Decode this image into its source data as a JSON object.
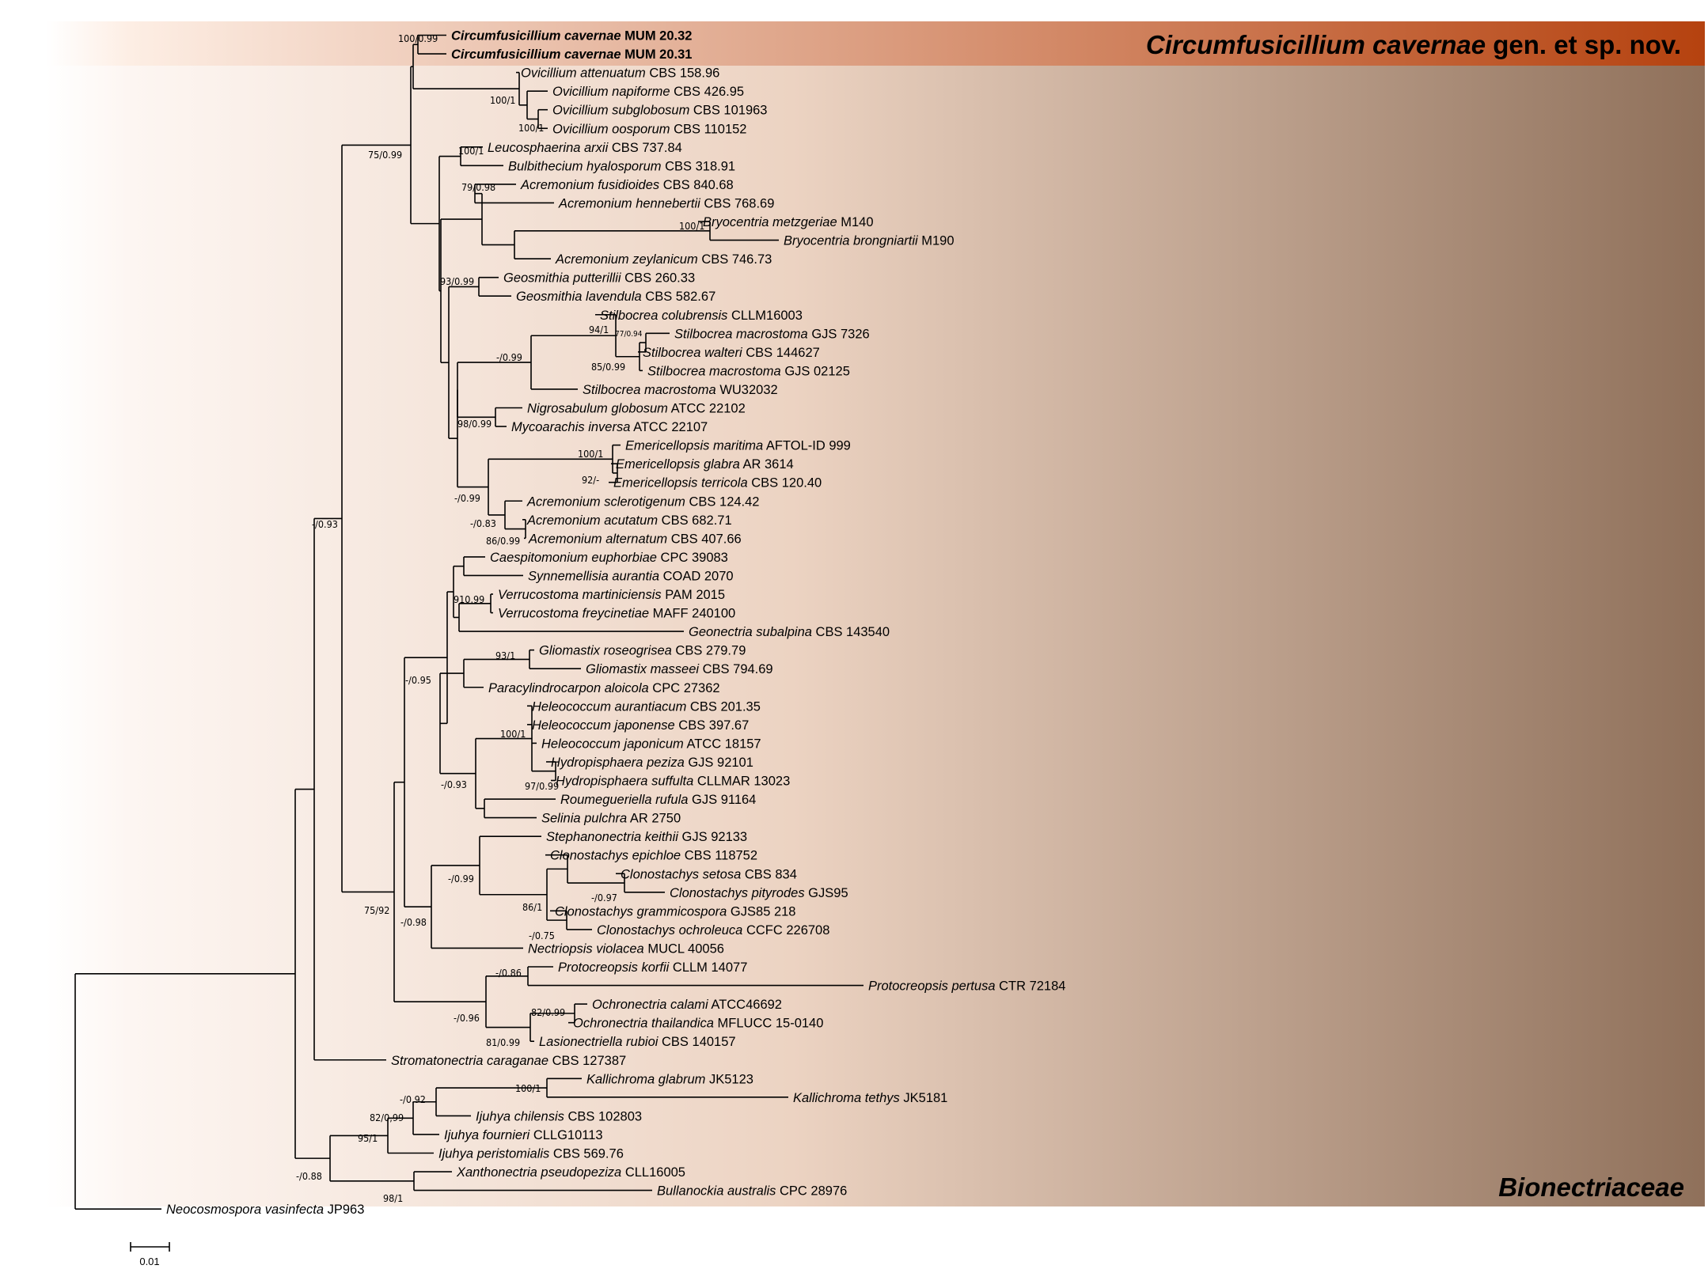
{
  "clades": {
    "top_genus": "Circumfusicillium cavernae",
    "top_suffix": " gen. et sp. nov.",
    "bottom": "Bionectriaceae"
  },
  "colors": {
    "top_band_left": "#fdeee4",
    "top_band_right": "#b5420f",
    "bottom_band_left": "#fdf6f2",
    "bottom_band_right": "#8f705a"
  },
  "scale_bar": {
    "label": "0.01"
  },
  "tips": [
    {
      "id": "t0",
      "genus": "Circumfusicillium cavernae",
      "code": "MUM 20.32",
      "bold": true
    },
    {
      "id": "t1",
      "genus": "Circumfusicillium cavernae",
      "code": "MUM 20.31",
      "bold": true
    },
    {
      "id": "t2",
      "genus": "Ovicillium attenuatum",
      "code": "CBS 158.96"
    },
    {
      "id": "t3",
      "genus": "Ovicillium napiforme",
      "code": "CBS 426.95"
    },
    {
      "id": "t4",
      "genus": "Ovicillium subglobosum",
      "code": "CBS 101963"
    },
    {
      "id": "t5",
      "genus": "Ovicillium oosporum",
      "code": "CBS 110152"
    },
    {
      "id": "t6",
      "genus": "Leucosphaerina arxii",
      "code": "CBS 737.84"
    },
    {
      "id": "t7",
      "genus": "Bulbithecium hyalosporum",
      "code": "CBS 318.91"
    },
    {
      "id": "t8",
      "genus": "Acremonium fusidioides",
      "code": "CBS 840.68"
    },
    {
      "id": "t9",
      "genus": "Acremonium hennebertii",
      "code": "CBS 768.69"
    },
    {
      "id": "t10",
      "genus": "Bryocentria metzgeriae",
      "code": "M140"
    },
    {
      "id": "t11",
      "genus": "Bryocentria brongniartii",
      "code": "M190"
    },
    {
      "id": "t12",
      "genus": "Acremonium zeylanicum",
      "code": "CBS 746.73"
    },
    {
      "id": "t13",
      "genus": "Geosmithia putterillii",
      "code": "CBS 260.33"
    },
    {
      "id": "t14",
      "genus": "Geosmithia lavendula",
      "code": "CBS 582.67"
    },
    {
      "id": "t15",
      "genus": "Stilbocrea colubrensis",
      "code": "CLLM16003"
    },
    {
      "id": "t16",
      "genus": "Stilbocrea macrostoma",
      "code": "GJS 7326"
    },
    {
      "id": "t17",
      "genus": "Stilbocrea walteri",
      "code": "CBS 144627"
    },
    {
      "id": "t18",
      "genus": "Stilbocrea macrostoma",
      "code": "GJS 02125"
    },
    {
      "id": "t19",
      "genus": "Stilbocrea macrostoma",
      "code": "WU32032"
    },
    {
      "id": "t20",
      "genus": "Nigrosabulum globosum",
      "code": "ATCC 22102"
    },
    {
      "id": "t21",
      "genus": "Mycoarachis inversa",
      "code": "ATCC 22107"
    },
    {
      "id": "t22",
      "genus": "Emericellopsis maritima",
      "code": "AFTOL-ID 999"
    },
    {
      "id": "t23",
      "genus": "Emericellopsis glabra",
      "code": "AR 3614"
    },
    {
      "id": "t24",
      "genus": "Emericellopsis terricola",
      "code": "CBS 120.40"
    },
    {
      "id": "t25",
      "genus": "Acremonium sclerotigenum",
      "code": "CBS 124.42"
    },
    {
      "id": "t26",
      "genus": "Acremonium acutatum",
      "code": "CBS 682.71"
    },
    {
      "id": "t27",
      "genus": "Acremonium alternatum",
      "code": "CBS 407.66"
    },
    {
      "id": "t28",
      "genus": "Caespitomonium euphorbiae",
      "code": "CPC 39083"
    },
    {
      "id": "t29",
      "genus": "Synnemellisia aurantia",
      "code": "COAD 2070"
    },
    {
      "id": "t30",
      "genus": "Verrucostoma martiniciensis",
      "code": "PAM 2015"
    },
    {
      "id": "t31",
      "genus": "Verrucostoma freycinetiae",
      "code": "MAFF 240100"
    },
    {
      "id": "t32",
      "genus": "Geonectria subalpina",
      "code": "CBS 143540"
    },
    {
      "id": "t33",
      "genus": "Gliomastix roseogrisea",
      "code": "CBS 279.79"
    },
    {
      "id": "t34",
      "genus": "Gliomastix masseei",
      "code": "CBS 794.69"
    },
    {
      "id": "t35",
      "genus": "Paracylindrocarpon aloicola",
      "code": "CPC 27362"
    },
    {
      "id": "t36",
      "genus": "Heleococcum aurantiacum",
      "code": "CBS 201.35"
    },
    {
      "id": "t37",
      "genus": "Heleococcum japonense",
      "code": "CBS 397.67"
    },
    {
      "id": "t38",
      "genus": "Heleococcum japonicum",
      "code": "ATCC 18157"
    },
    {
      "id": "t39",
      "genus": "Hydropisphaera peziza",
      "code": "GJS 92101"
    },
    {
      "id": "t40",
      "genus": "Hydropisphaera suffulta",
      "code": "CLLMAR 13023"
    },
    {
      "id": "t41",
      "genus": "Roumegueriella rufula",
      "code": "GJS 91164"
    },
    {
      "id": "t42",
      "genus": "Selinia pulchra",
      "code": "AR 2750"
    },
    {
      "id": "t43",
      "genus": "Stephanonectria keithii",
      "code": "GJS 92133"
    },
    {
      "id": "t44",
      "genus": "Clonostachys epichloe",
      "code": "CBS 118752"
    },
    {
      "id": "t45",
      "genus": "Clonostachys setosa",
      "code": "CBS 834"
    },
    {
      "id": "t46",
      "genus": "Clonostachys pityrodes",
      "code": "GJS95"
    },
    {
      "id": "t47",
      "genus": "Clonostachys grammicospora",
      "code": "GJS85 218"
    },
    {
      "id": "t48",
      "genus": "Clonostachys ochroleuca",
      "code": "CCFC 226708"
    },
    {
      "id": "t49",
      "genus": "Nectriopsis violacea",
      "code": "MUCL 40056"
    },
    {
      "id": "t50",
      "genus": "Protocreopsis korfii",
      "code": "CLLM 14077"
    },
    {
      "id": "t51",
      "genus": "Protocreopsis pertusa",
      "code": "CTR 72184"
    },
    {
      "id": "t52",
      "genus": "Ochronectria calami",
      "code": "ATCC46692"
    },
    {
      "id": "t53",
      "genus": "Ochronectria thailandica",
      "code": "MFLUCC 15-0140"
    },
    {
      "id": "t54",
      "genus": "Lasionectriella rubioi",
      "code": "CBS 140157"
    },
    {
      "id": "t55",
      "genus": "Stromatonectria caraganae",
      "code": "CBS 127387"
    },
    {
      "id": "t56",
      "genus": "Kallichroma glabrum",
      "code": "JK5123"
    },
    {
      "id": "t57",
      "genus": "Kallichroma tethys",
      "code": "JK5181"
    },
    {
      "id": "t58",
      "genus": "Ijuhya chilensis",
      "code": "CBS 102803"
    },
    {
      "id": "t59",
      "genus": "Ijuhya fournieri",
      "code": "CLLG10113"
    },
    {
      "id": "t60",
      "genus": "Ijuhya peristomialis",
      "code": "CBS 569.76"
    },
    {
      "id": "t61",
      "genus": "Xanthonectria pseudopeziza",
      "code": "CLL16005"
    },
    {
      "id": "t62",
      "genus": "Bullanockia australis",
      "code": "CPC 28976"
    },
    {
      "id": "t63",
      "genus": "Neocosmospora vasinfecta",
      "code": "JP963"
    }
  ],
  "supports": [
    {
      "id": "s0",
      "text": "100/0.99"
    },
    {
      "id": "s1",
      "text": "100/1"
    },
    {
      "id": "s2",
      "text": "100/1"
    },
    {
      "id": "s3",
      "text": "75/0.99"
    },
    {
      "id": "s4",
      "text": "100/1"
    },
    {
      "id": "s5",
      "text": "79/0.98"
    },
    {
      "id": "s6",
      "text": "100/1"
    },
    {
      "id": "s7",
      "text": "93/0.99"
    },
    {
      "id": "s8",
      "text": "94/1"
    },
    {
      "id": "s9",
      "text": "77/0.94"
    },
    {
      "id": "s10",
      "text": "-/0.99"
    },
    {
      "id": "s11",
      "text": "85/0.99"
    },
    {
      "id": "s12",
      "text": "98/0.99"
    },
    {
      "id": "s13",
      "text": "100/1"
    },
    {
      "id": "s14",
      "text": "92/-"
    },
    {
      "id": "s15",
      "text": "-/0.99"
    },
    {
      "id": "s16",
      "text": "-/0.83"
    },
    {
      "id": "s17",
      "text": "86/0.99"
    },
    {
      "id": "s18",
      "text": "-/0.93"
    },
    {
      "id": "s19",
      "text": "910.99"
    },
    {
      "id": "s20",
      "text": "93/1"
    },
    {
      "id": "s21",
      "text": "-/0.95"
    },
    {
      "id": "s22",
      "text": "100/1"
    },
    {
      "id": "s23",
      "text": "97/0.99"
    },
    {
      "id": "s24",
      "text": "-/0.93"
    },
    {
      "id": "s25",
      "text": "-/0.99"
    },
    {
      "id": "s26",
      "text": "-/0.97"
    },
    {
      "id": "s27",
      "text": "86/1"
    },
    {
      "id": "s28",
      "text": "75/92"
    },
    {
      "id": "s29",
      "text": "-/0.98"
    },
    {
      "id": "s30",
      "text": "-/0.75"
    },
    {
      "id": "s31",
      "text": "-/0.86"
    },
    {
      "id": "s32",
      "text": "82/0.99"
    },
    {
      "id": "s33",
      "text": "-/0.96"
    },
    {
      "id": "s34",
      "text": "81/0.99"
    },
    {
      "id": "s35",
      "text": "100/1"
    },
    {
      "id": "s36",
      "text": "-/0.92"
    },
    {
      "id": "s37",
      "text": "82/0,99"
    },
    {
      "id": "s38",
      "text": "95/1"
    },
    {
      "id": "s39",
      "text": "98/1"
    },
    {
      "id": "s40",
      "text": "-/0.88"
    }
  ]
}
